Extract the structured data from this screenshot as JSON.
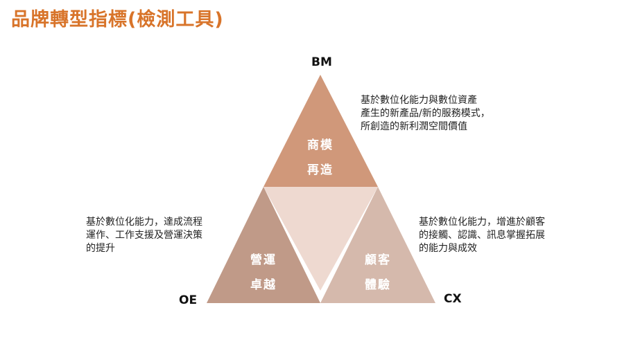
{
  "title": "品牌轉型指標(檢測工具)",
  "colors": {
    "title": "#d8742a",
    "top_triangle": "#d0987a",
    "left_triangle": "#c09a88",
    "right_triangle": "#d5b9ac",
    "center_triangle": "#eed9d0"
  },
  "vertices": {
    "top": "BM",
    "left": "OE",
    "right": "CX"
  },
  "triangles": {
    "top": {
      "line1": "商模",
      "line2": "再造"
    },
    "left": {
      "line1": "營運",
      "line2": "卓越"
    },
    "right": {
      "line1": "顧客",
      "line2": "體驗"
    }
  },
  "descriptions": {
    "bm": [
      "基於數位化能力與數位資產",
      "產生的新產品/新的服務模式，",
      "所創造的新利潤空間價值"
    ],
    "oe": [
      "基於數位化能力，達成流程",
      "運作、工作支援及營運決策",
      "的提升"
    ],
    "cx": [
      "基於數位化能力，增進於顧客",
      "的接觸、認識、訊息掌握拓展",
      "的能力與成效"
    ]
  }
}
